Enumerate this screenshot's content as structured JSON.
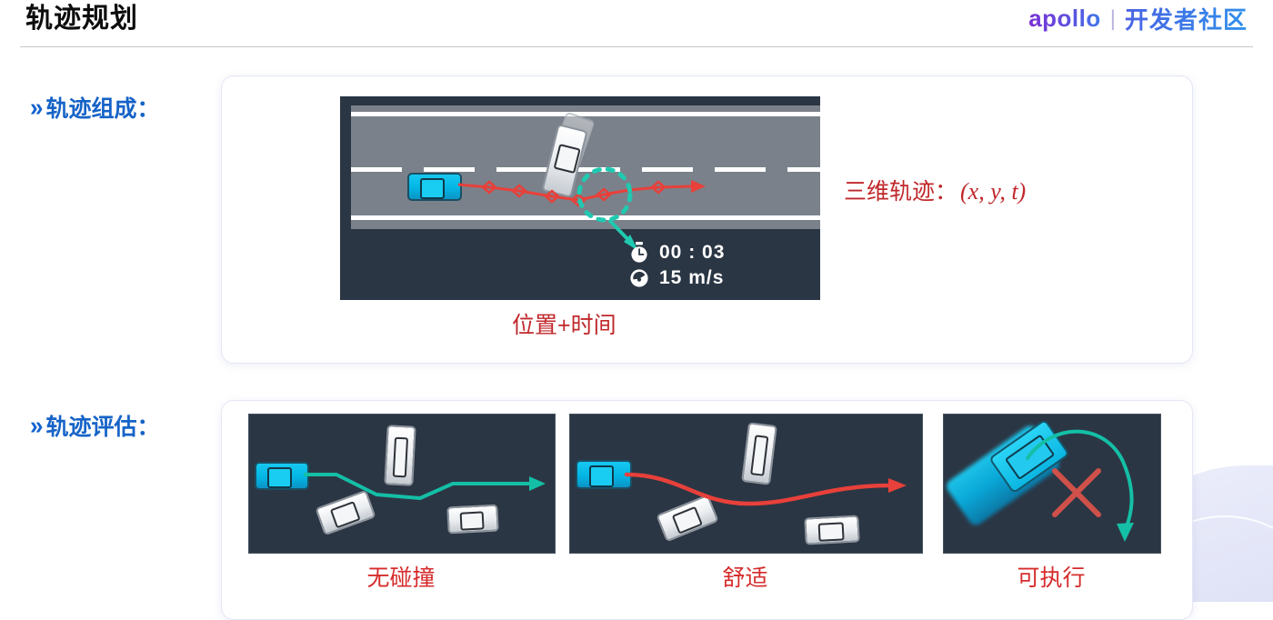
{
  "header": {
    "title": "轨迹规划",
    "brand_primary": "apollo",
    "brand_separator": "|",
    "brand_secondary": "开发者社区",
    "brand_color_primary": "#7b2fd6",
    "brand_color_secondary": "#2f90ea"
  },
  "sections": [
    {
      "id": "compose",
      "chevron": "»",
      "label": "轨迹组成：",
      "label_color": "#1663c7"
    },
    {
      "id": "evaluate",
      "chevron": "»",
      "label": "轨迹评估：",
      "label_color": "#1663c7"
    }
  ],
  "compose": {
    "scene": {
      "name": "road-merge-scene",
      "background_color": "#2b3644",
      "road_color": "#7b818a",
      "lane_marking_color": "#ffffff",
      "ego_car_color": "#03b5e4",
      "other_car_color": "#ffffff",
      "trajectory_color": "#e8403a",
      "highlight_color": "#20c9b0",
      "waypoint_count": 6
    },
    "hud": {
      "time_icon": "stopwatch-icon",
      "time_value": "00 : 03",
      "speed_icon": "speedometer-icon",
      "speed_value": "15 m/s"
    },
    "annotation": {
      "text": "三维轨迹：",
      "math": "(x, y, t)",
      "color": "#c0282b"
    },
    "caption": {
      "text": "位置+时间",
      "color": "#d62c2c"
    }
  },
  "evaluate": {
    "panels": [
      {
        "id": "no-collision",
        "caption": "无碰撞",
        "caption_color": "#d62c2c",
        "path_color": "#14bfa6",
        "path_style": "zigzag",
        "ego_car_color": "#03b5e4",
        "obstacle_count": 3
      },
      {
        "id": "comfortable",
        "caption": "舒适",
        "caption_color": "#d62c2c",
        "path_color": "#e8403a",
        "path_style": "smooth-s-curve",
        "ego_car_color": "#03b5e4",
        "obstacle_count": 3
      },
      {
        "id": "executable",
        "caption": "可执行",
        "caption_color": "#d62c2c",
        "path_color": "#14bfa6",
        "path_style": "u-turn-arc",
        "ego_car_color": "#03b5e4",
        "reject_mark": "×",
        "reject_mark_color": "#d0504a"
      }
    ]
  }
}
